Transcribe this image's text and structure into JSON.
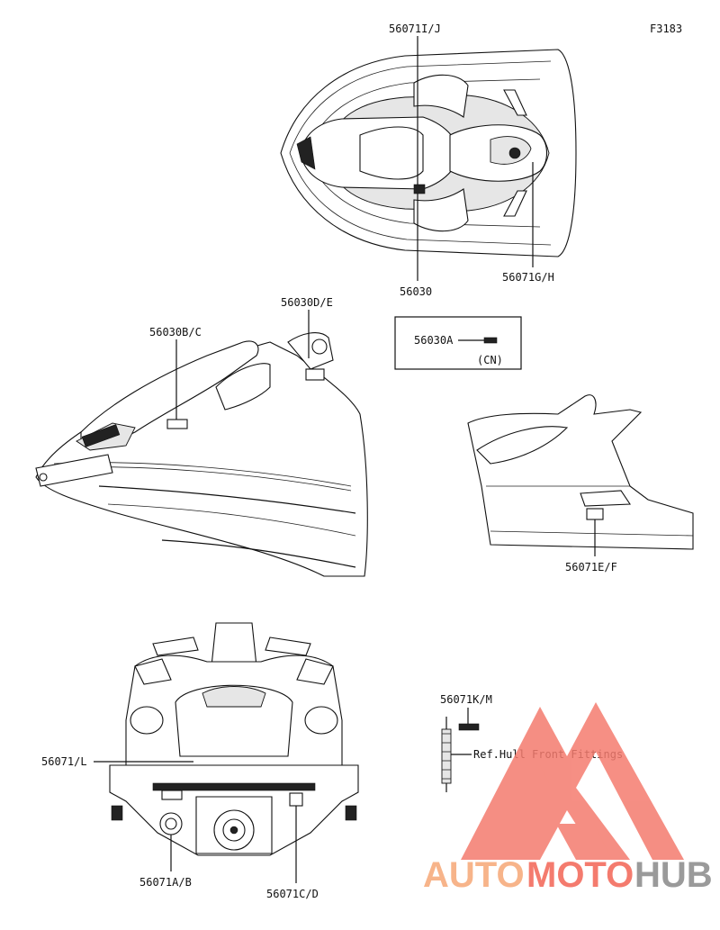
{
  "figure_code": "F3183",
  "callouts": {
    "top_ij": "56071I/J",
    "top_center": "56030",
    "top_gh": "56071G/H",
    "side_de": "56030D/E",
    "side_bc": "56030B/C",
    "box_a": "56030A",
    "box_cn": "(CN)",
    "rear_ef": "56071E/F",
    "km": "56071K/M",
    "ref_hull": "Ref.Hull Front Fittings",
    "back_l": "56071/L",
    "back_ab": "56071A/B",
    "back_cd": "56071C/D"
  },
  "watermark": {
    "part1": "AUTO",
    "part2": "MOTO",
    "part3": "HUB",
    "color_light": "#f7b48a",
    "color_red": "#f47b6e",
    "color_gray": "#9a9a9a"
  }
}
